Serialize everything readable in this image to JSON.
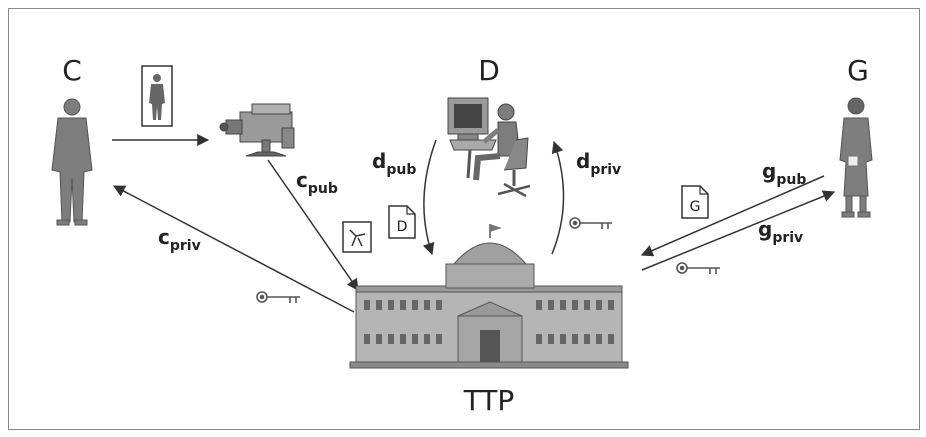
{
  "entities": {
    "c": "C",
    "d": "D",
    "g": "G",
    "ttp": "TTP"
  },
  "keys": {
    "c_pub": {
      "main": "c",
      "sub": "pub"
    },
    "c_priv": {
      "main": "c",
      "sub": "priv"
    },
    "d_pub": {
      "main": "d",
      "sub": "pub"
    },
    "d_priv": {
      "main": "d",
      "sub": "priv"
    },
    "g_pub": {
      "main": "g",
      "sub": "pub"
    },
    "g_priv": {
      "main": "g",
      "sub": "priv"
    }
  },
  "documents": {
    "d_doc": "D",
    "g_doc": "G"
  },
  "colors": {
    "line": "#333333",
    "figure": "#7d7d7d",
    "building": "#b5b5b5"
  }
}
